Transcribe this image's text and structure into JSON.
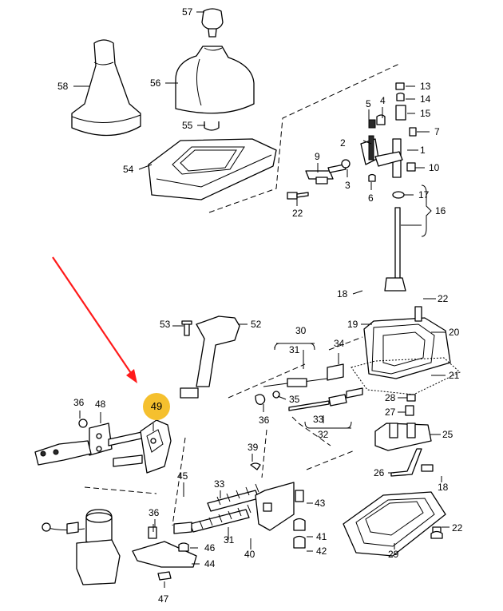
{
  "callouts": [
    {
      "id": "c1",
      "text": "1"
    },
    {
      "id": "c2",
      "text": "2"
    },
    {
      "id": "c3",
      "text": "3"
    },
    {
      "id": "c4",
      "text": "4"
    },
    {
      "id": "c5",
      "text": "5"
    },
    {
      "id": "c6",
      "text": "6"
    },
    {
      "id": "c7",
      "text": "7"
    },
    {
      "id": "c9",
      "text": "9"
    },
    {
      "id": "c10",
      "text": "10"
    },
    {
      "id": "c13",
      "text": "13"
    },
    {
      "id": "c14",
      "text": "14"
    },
    {
      "id": "c15",
      "text": "15"
    },
    {
      "id": "c16",
      "text": "16"
    },
    {
      "id": "c17",
      "text": "17"
    },
    {
      "id": "c18a",
      "text": "18"
    },
    {
      "id": "c18b",
      "text": "18"
    },
    {
      "id": "c19",
      "text": "19"
    },
    {
      "id": "c20",
      "text": "20"
    },
    {
      "id": "c21",
      "text": "21"
    },
    {
      "id": "c22a",
      "text": "22"
    },
    {
      "id": "c22b",
      "text": "22"
    },
    {
      "id": "c22c",
      "text": "22"
    },
    {
      "id": "c25",
      "text": "25"
    },
    {
      "id": "c26",
      "text": "26"
    },
    {
      "id": "c27",
      "text": "27"
    },
    {
      "id": "c28",
      "text": "28"
    },
    {
      "id": "c29",
      "text": "29"
    },
    {
      "id": "c30",
      "text": "30"
    },
    {
      "id": "c31a",
      "text": "31"
    },
    {
      "id": "c31b",
      "text": "31"
    },
    {
      "id": "c32",
      "text": "32"
    },
    {
      "id": "c33a",
      "text": "33"
    },
    {
      "id": "c33b",
      "text": "33"
    },
    {
      "id": "c34",
      "text": "34"
    },
    {
      "id": "c35",
      "text": "35"
    },
    {
      "id": "c36a",
      "text": "36"
    },
    {
      "id": "c36b",
      "text": "36"
    },
    {
      "id": "c36c",
      "text": "36"
    },
    {
      "id": "c39",
      "text": "39"
    },
    {
      "id": "c40",
      "text": "40"
    },
    {
      "id": "c41",
      "text": "41"
    },
    {
      "id": "c42",
      "text": "42"
    },
    {
      "id": "c43",
      "text": "43"
    },
    {
      "id": "c44",
      "text": "44"
    },
    {
      "id": "c45",
      "text": "45"
    },
    {
      "id": "c46",
      "text": "46"
    },
    {
      "id": "c47",
      "text": "47"
    },
    {
      "id": "c48",
      "text": "48"
    },
    {
      "id": "c52",
      "text": "52"
    },
    {
      "id": "c53",
      "text": "53"
    },
    {
      "id": "c54",
      "text": "54"
    },
    {
      "id": "c55",
      "text": "55"
    },
    {
      "id": "c56",
      "text": "56"
    },
    {
      "id": "c57",
      "text": "57"
    },
    {
      "id": "c58",
      "text": "58"
    }
  ],
  "highlight": {
    "text": "49",
    "color": "#f5c02e"
  },
  "arrow": {
    "color": "#ff1a1a"
  }
}
